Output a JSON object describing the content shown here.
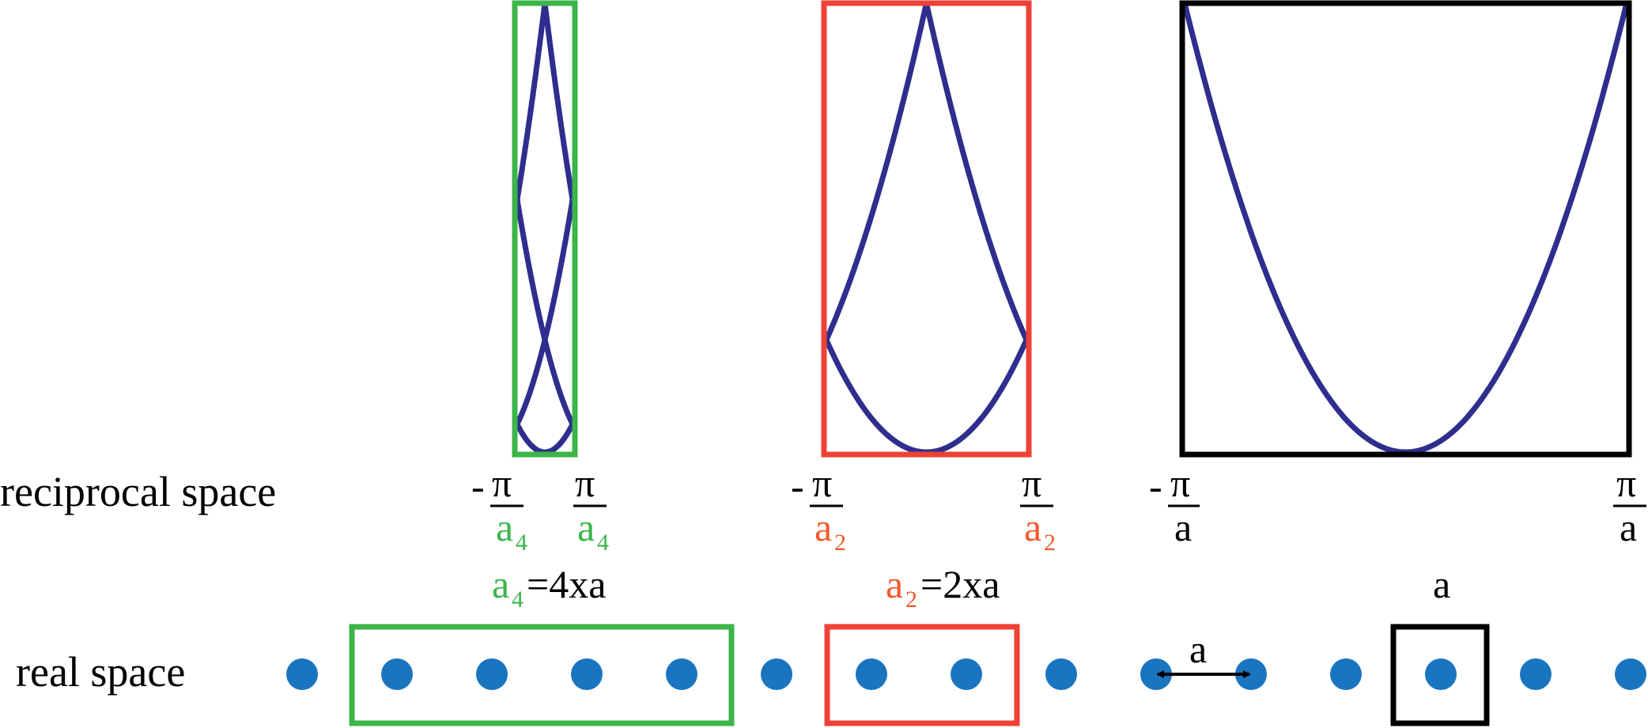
{
  "labels": {
    "reciprocal_space": "reciprocal space",
    "real_space": "real space"
  },
  "colors": {
    "band": "#2e2e8e",
    "atom": "#1a75c0",
    "zone4": "#3cb54a",
    "zone2": "#ef4136",
    "zone1": "#000000",
    "sub4": "#3cb54a",
    "sub2": "#f15a2b"
  },
  "fractions": {
    "minus": "-",
    "pi": "π",
    "a": "a",
    "sub4": "4",
    "sub2": "2"
  },
  "captions": {
    "a4_rest": "=4xa",
    "a2_rest": "=2xa",
    "a_label": "a",
    "spacing_label": "a"
  },
  "diagram": {
    "atom_count": 15,
    "supercell_4_atoms": 4,
    "supercell_2_atoms": 2,
    "supercell_1_atoms": 1
  }
}
